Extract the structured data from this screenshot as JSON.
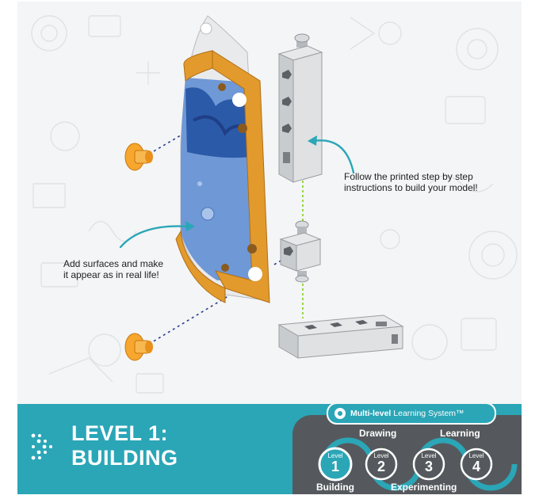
{
  "colors": {
    "teal": "#2aa6b7",
    "dark_panel": "#55595d",
    "frame_orange": "#e29a2c",
    "peg_orange": "#f7a62e",
    "aluminum": "#c9cccf"
  },
  "callouts": {
    "build_line1": "Follow the printed step by step",
    "build_line2": "instructions to build your model!",
    "surface_line1": "Add surfaces and make",
    "surface_line2": "it appear as in real life!"
  },
  "banner": {
    "title_line1": "LEVEL 1:",
    "title_line2": "BUILDING",
    "chevron_icon": "chevron-right-icon"
  },
  "system": {
    "name_bold": "Multi-level",
    "name_rest": " Learning System™",
    "levels": [
      {
        "word": "Level",
        "number": "1",
        "name": "Building"
      },
      {
        "word": "Level",
        "number": "2",
        "name": "Drawing"
      },
      {
        "word": "Level",
        "number": "3",
        "name": "Experimenting"
      },
      {
        "word": "Level",
        "number": "4",
        "name": "Learning"
      }
    ]
  }
}
